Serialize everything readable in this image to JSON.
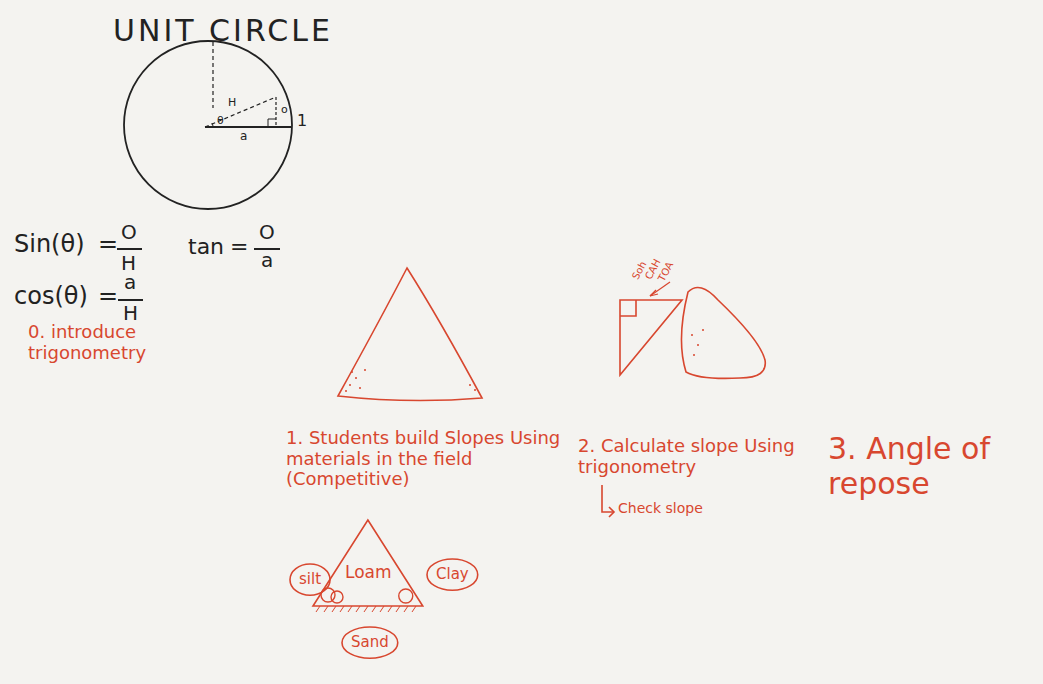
{
  "diagram": {
    "title": "UNIT CIRCLE",
    "nodes": [
      {
        "text": [
          "Loam"
        ]
      },
      {
        "text": [
          "silt"
        ]
      },
      {
        "text": [
          "Clay"
        ]
      },
      {
        "text": [
          "Sand"
        ]
      }
    ],
    "labels": [
      "H",
      "θ",
      "o",
      "a",
      "1",
      "Sin(θ)",
      "=",
      "O",
      "H",
      "tan",
      "=",
      "O",
      "a",
      "cos(θ)",
      "=",
      "a",
      "H",
      "0. introduce trigonometry",
      "1. Students build Slopes Using materials in the field (Competitive)",
      "Soh",
      "CAH",
      "TOA",
      "2. Calculate slope Using trigonometry",
      "Check slope",
      "3. Angle of repose"
    ]
  }
}
